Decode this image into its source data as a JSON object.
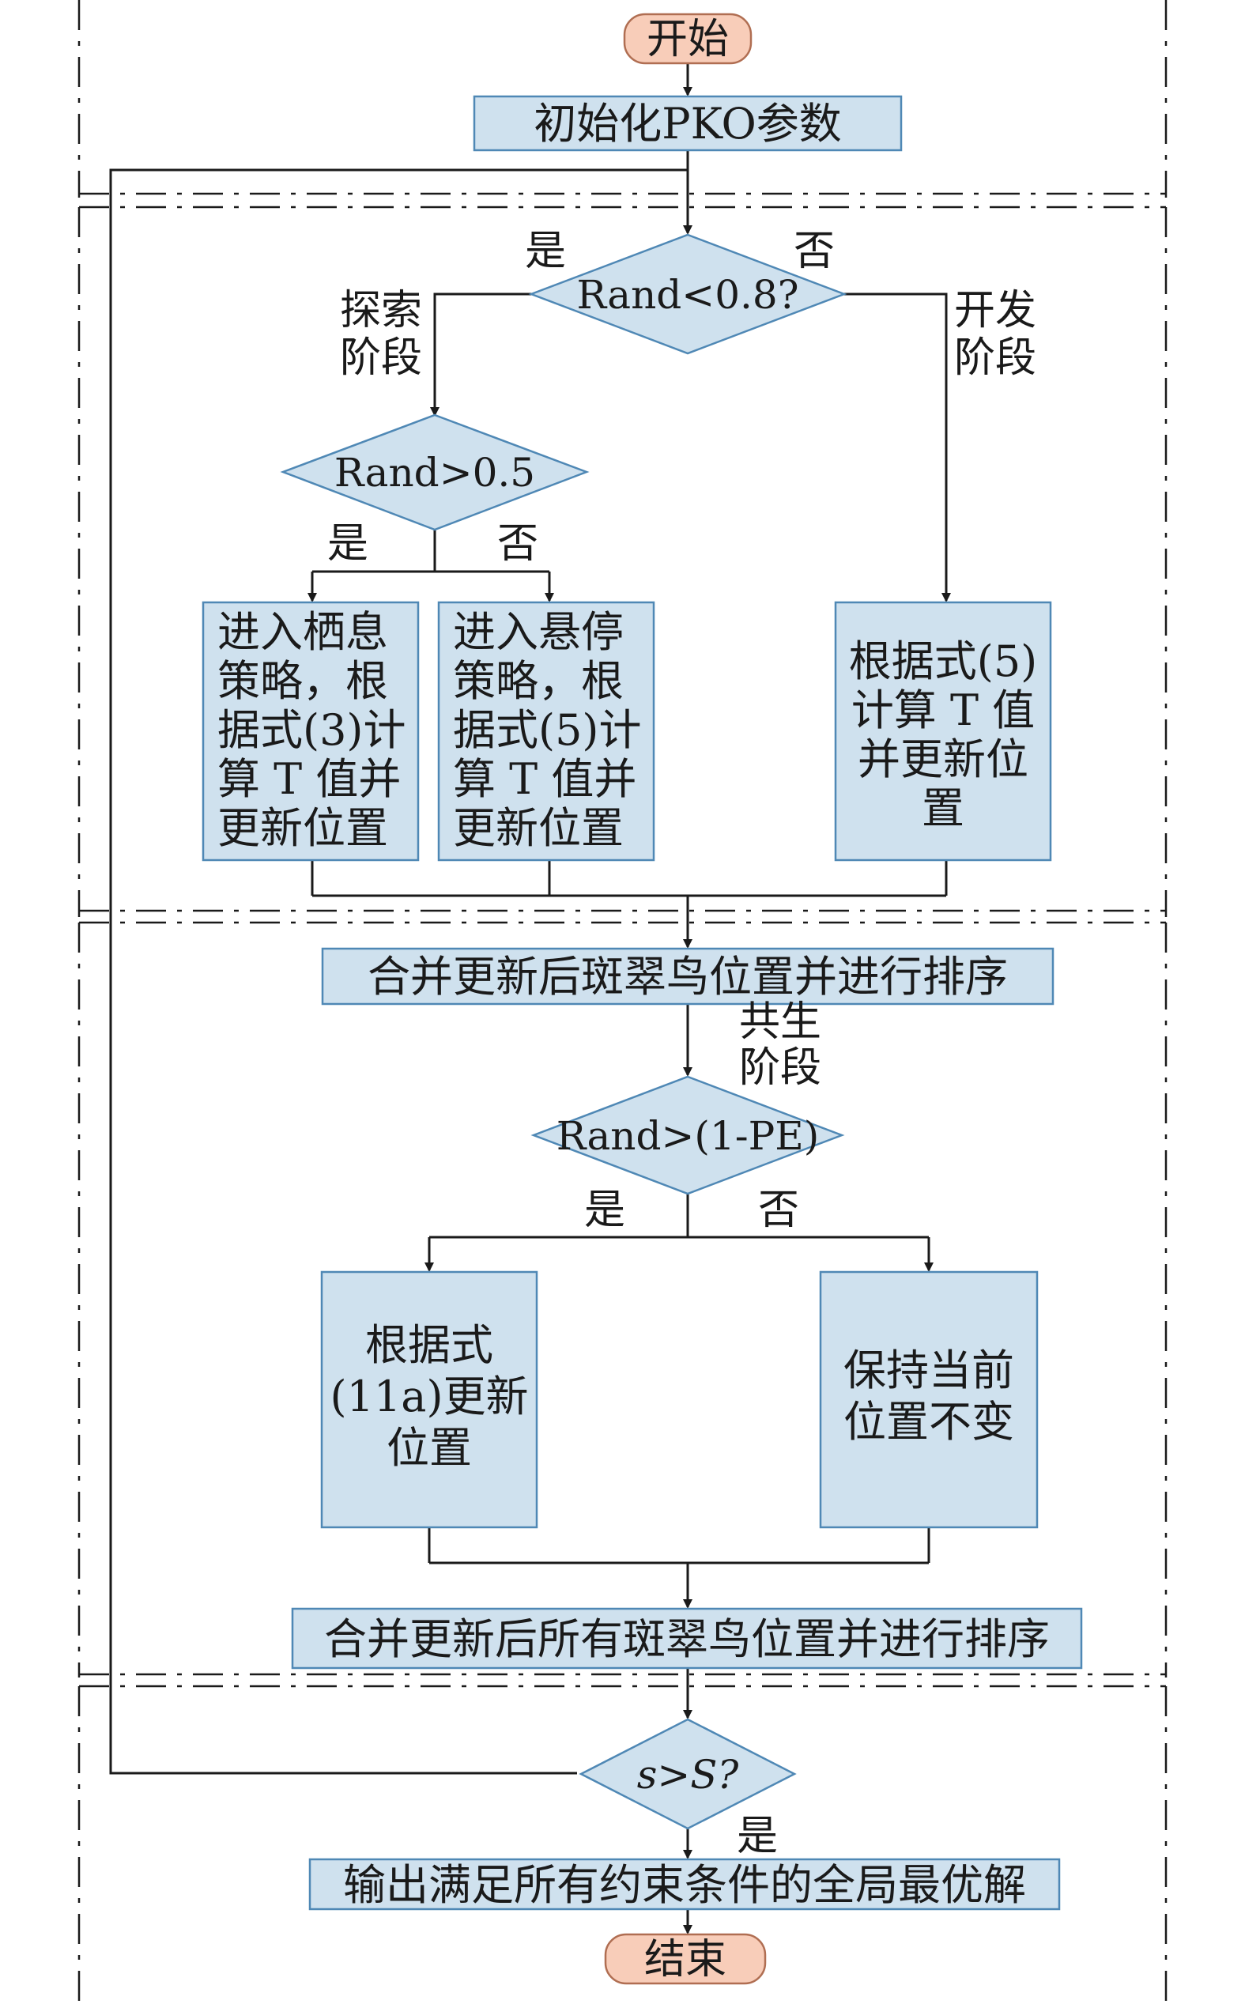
{
  "start": "开始",
  "init": "初始化PKO参数",
  "d1": {
    "text": "Rand<0.8?",
    "yes": "是",
    "no": "否"
  },
  "phase_explore": [
    "探索",
    "阶段"
  ],
  "phase_exploit": [
    "开发",
    "阶段"
  ],
  "d2": {
    "text": "Rand>0.5",
    "yes": "是",
    "no": "否"
  },
  "box_perch": [
    "进入栖息",
    "策略，根",
    "据式(3)计",
    "算 T 值并",
    "更新位置"
  ],
  "box_hover": [
    "进入悬停",
    "策略，根",
    "据式(5)计",
    "算 T 值并",
    "更新位置"
  ],
  "box_dev": [
    "根据式(5)",
    "计算 T 值",
    "并更新位",
    "置"
  ],
  "merge1": "合并更新后斑翠鸟位置并进行排序",
  "phase_symbiosis": [
    "共生",
    "阶段"
  ],
  "d3": {
    "text": "Rand>(1-PE)",
    "yes": "是",
    "no": "否"
  },
  "box_11a": [
    "根据式",
    "(11a)更新",
    "位置"
  ],
  "box_keep": [
    "保持当前",
    "位置不变"
  ],
  "merge2": "合并更新后所有斑翠鸟位置并进行排序",
  "d4": {
    "text": "s>S?",
    "yes": "是"
  },
  "output": "输出满足所有约束条件的全局最优解",
  "end": "结束"
}
